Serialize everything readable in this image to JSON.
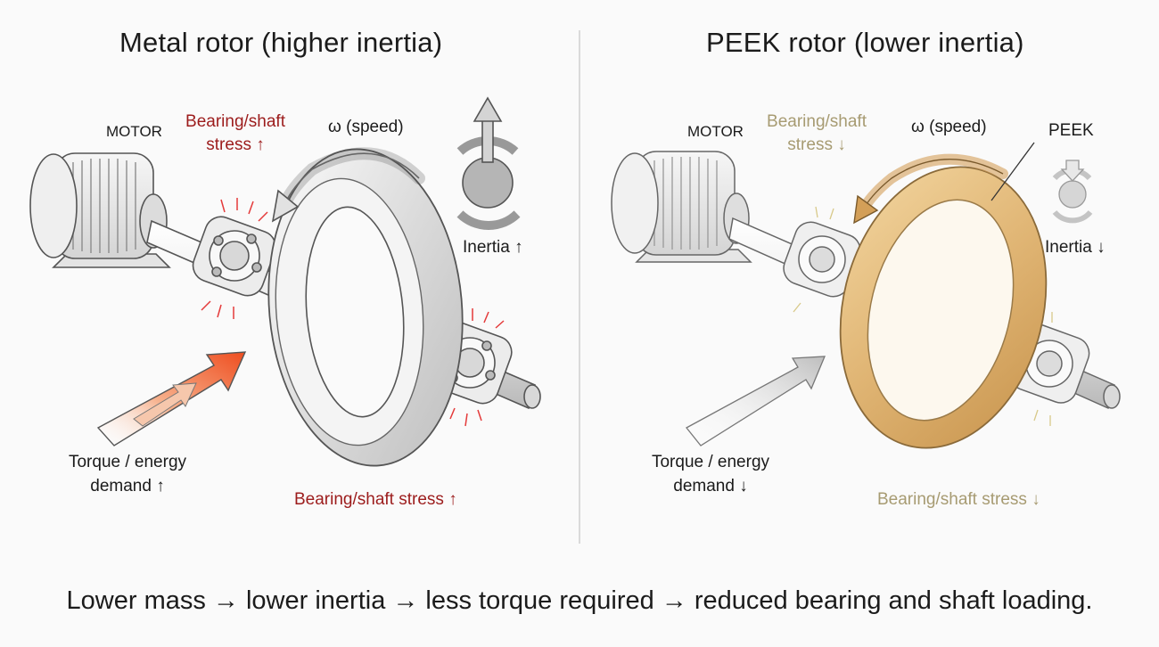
{
  "left_panel": {
    "title": "Metal rotor (higher inertia)",
    "motor_label": "MOTOR",
    "bearing_stress_top": [
      "Bearing/shaft",
      "stress ↑"
    ],
    "speed_label": "ω (speed)",
    "inertia_label": "Inertia ↑",
    "torque_label": [
      "Torque / energy",
      "demand ↑"
    ],
    "bearing_stress_bottom": "Bearing/shaft stress ↑"
  },
  "right_panel": {
    "title": "PEEK rotor (lower inertia)",
    "motor_label": "MOTOR",
    "bearing_stress_top": [
      "Bearing/shaft",
      "stress ↓"
    ],
    "speed_label": "ω (speed)",
    "material_label": "PEEK",
    "inertia_label": "Inertia ↓",
    "torque_label": [
      "Torque / energy",
      "demand ↓"
    ],
    "bearing_stress_bottom": "Bearing/shaft stress ↓"
  },
  "caption": "Lower mass → lower inertia → less torque required → reduced bearing and shaft loading.",
  "colors": {
    "stress_red": "#9c1c1c",
    "muted_text": "#a79b72",
    "peek_ring": "#d9ad6c",
    "metal_ring": "#e2e2e2",
    "torque_arrow": "#ef5a2a"
  }
}
